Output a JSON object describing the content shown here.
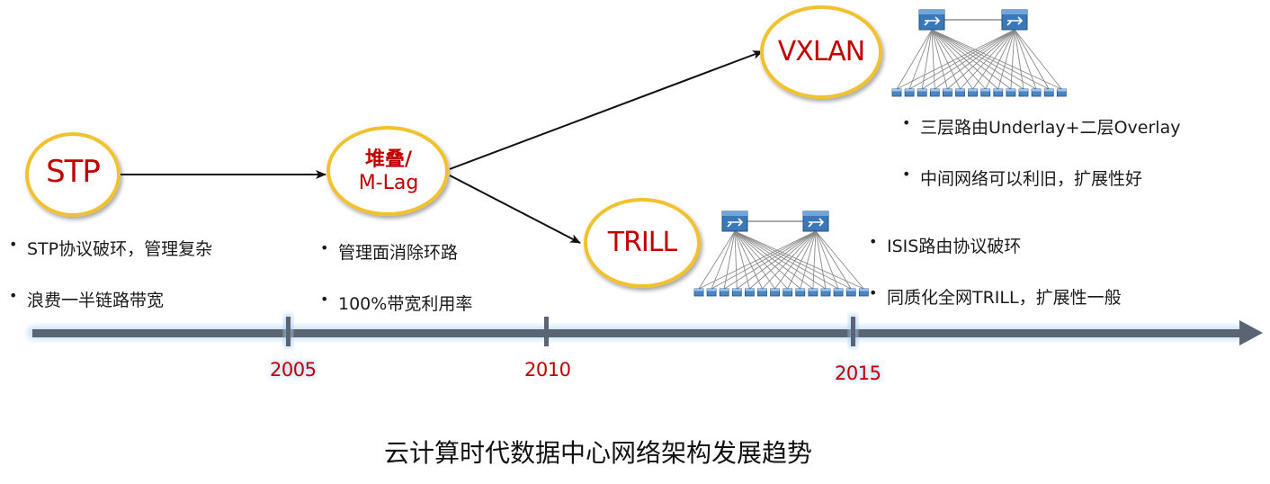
{
  "nodes": {
    "stp": {
      "label": "STP"
    },
    "stack": {
      "label_line1": "堆叠/",
      "label_line2": "M-Lag"
    },
    "vxlan": {
      "label": "VXLAN"
    },
    "trill": {
      "label": "TRILL"
    }
  },
  "bullets": {
    "stp": [
      "STP协议破环，管理复杂",
      "浪费一半链路带宽"
    ],
    "stack": [
      "管理面消除环路",
      "100%带宽利用率"
    ],
    "vxlan": [
      "三层路由Underlay+二层Overlay",
      "中间网络可以利旧，扩展性好"
    ],
    "trill": [
      "ISIS路由协议破环",
      "同质化全网TRILL，扩展性一般"
    ]
  },
  "timeline": {
    "years": [
      "2005",
      "2010",
      "2015"
    ]
  },
  "caption": "云计算时代数据中心网络架构发展趋势",
  "colors": {
    "accent_red": "#c00000",
    "ellipse_border": "#f2c12e",
    "axis": "#5b6472",
    "axis_glow": "#a8cdf5"
  },
  "icons": {
    "spine": "router-switch-icon",
    "leaf": "server-switch-icon"
  }
}
